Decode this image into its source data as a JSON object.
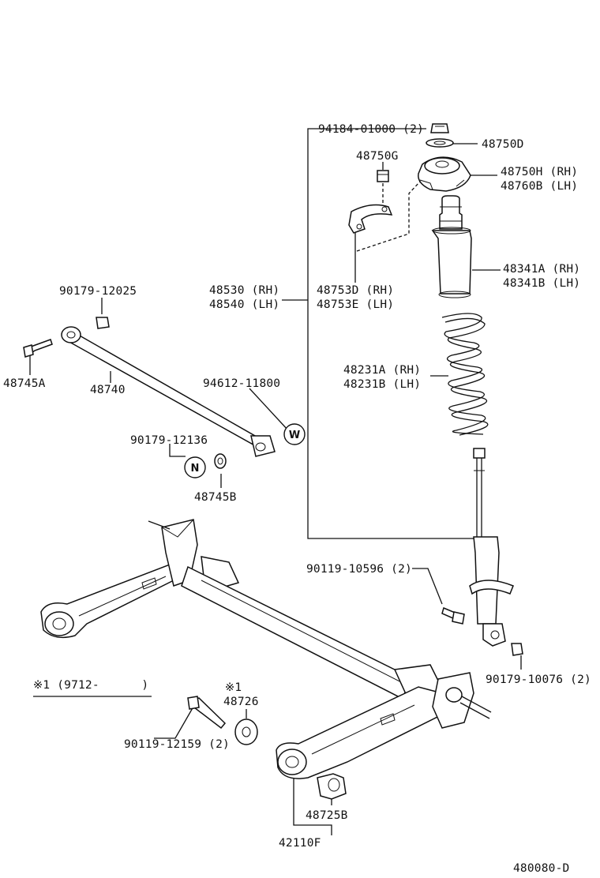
{
  "parts": {
    "p_94184": "94184-01000 (2)",
    "p_48750D": "48750D",
    "p_48750G": "48750G",
    "p_48750H": "48750H (RH)",
    "p_48760B": "48760B (LH)",
    "p_48341A": "48341A (RH)",
    "p_48341B": "48341B (LH)",
    "p_48530": "48530 (RH)",
    "p_48540": "48540 (LH)",
    "p_48753D": "48753D (RH)",
    "p_48753E": "48753E (LH)",
    "p_48231A": "48231A (RH)",
    "p_48231B": "48231B (LH)",
    "p_90179_12025": "90179-12025",
    "p_48745A": "48745A",
    "p_48740": "48740",
    "p_94612": "94612-11800",
    "p_90179_12136": "90179-12136",
    "p_48745B": "48745B",
    "p_90119_10596": "90119-10596 (2)",
    "p_90179_10076": "90179-10076 (2)",
    "p_48726_note": "※1",
    "p_48726": "48726",
    "p_90119_12159": "90119-12159 (2)",
    "p_48725B": "48725B",
    "p_42110F": "42110F"
  },
  "badges": {
    "w": "W",
    "n": "N"
  },
  "footnote": "※1 (9712-      )",
  "diagram_id": "480080-D"
}
